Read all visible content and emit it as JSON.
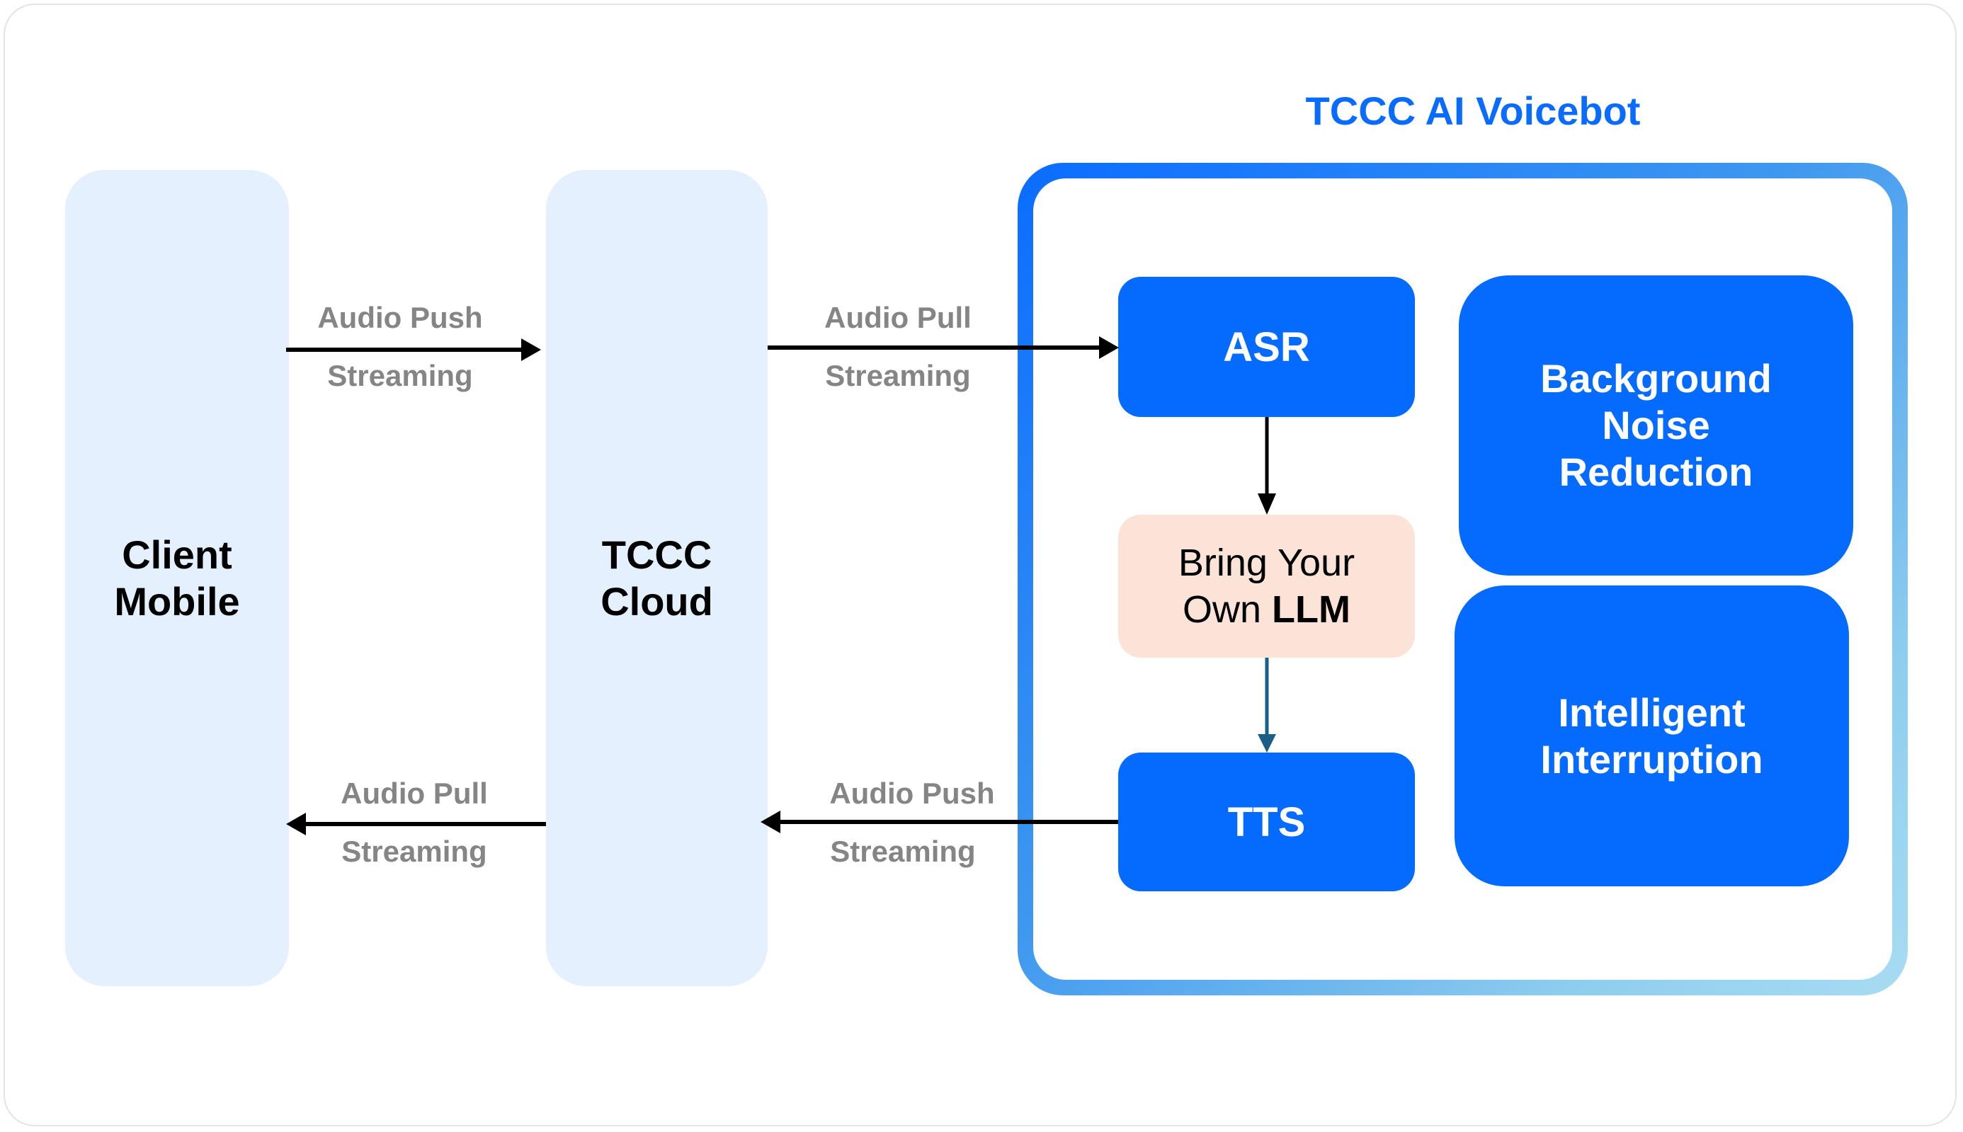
{
  "nodes": {
    "client": "Client\nMobile",
    "cloud": "TCCC\nCloud",
    "voicebot_title": "TCCC AI Voicebot",
    "asr": "ASR",
    "llm_prefix": "Bring Your\nOwn ",
    "llm_bold": "LLM",
    "tts": "TTS",
    "bnr": "Background\nNoise\nReduction",
    "interruption": "Intelligent\nInterruption"
  },
  "edges": {
    "client_to_cloud": {
      "line1": "Audio Push",
      "line2": "Streaming"
    },
    "cloud_to_asr": {
      "line1": "Audio Pull",
      "line2": "Streaming"
    },
    "cloud_to_client": {
      "line1": "Audio Pull",
      "line2": "Streaming"
    },
    "tts_to_cloud": {
      "line1": "Audio Push",
      "line2": "Streaming"
    }
  },
  "colors": {
    "primary_blue": "#056bff",
    "column_bg": "#e4f0fd",
    "llm_bg": "#fbe3d8",
    "edge_label": "#858585",
    "llm_to_tts_arrow": "#1b5f86"
  }
}
